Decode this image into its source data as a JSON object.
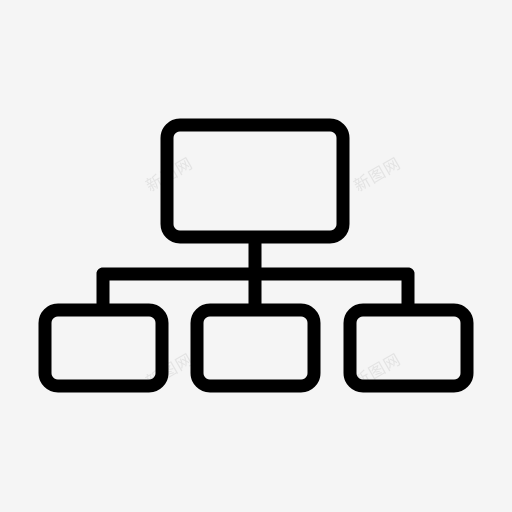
{
  "icon": {
    "name": "hierarchy-structure-icon",
    "stroke_color": "#000000",
    "background_color": "#f5f5f5"
  },
  "watermarks": [
    {
      "text": "新图网"
    },
    {
      "text": "新图网"
    },
    {
      "text": "新图网"
    },
    {
      "text": "新图网"
    }
  ]
}
